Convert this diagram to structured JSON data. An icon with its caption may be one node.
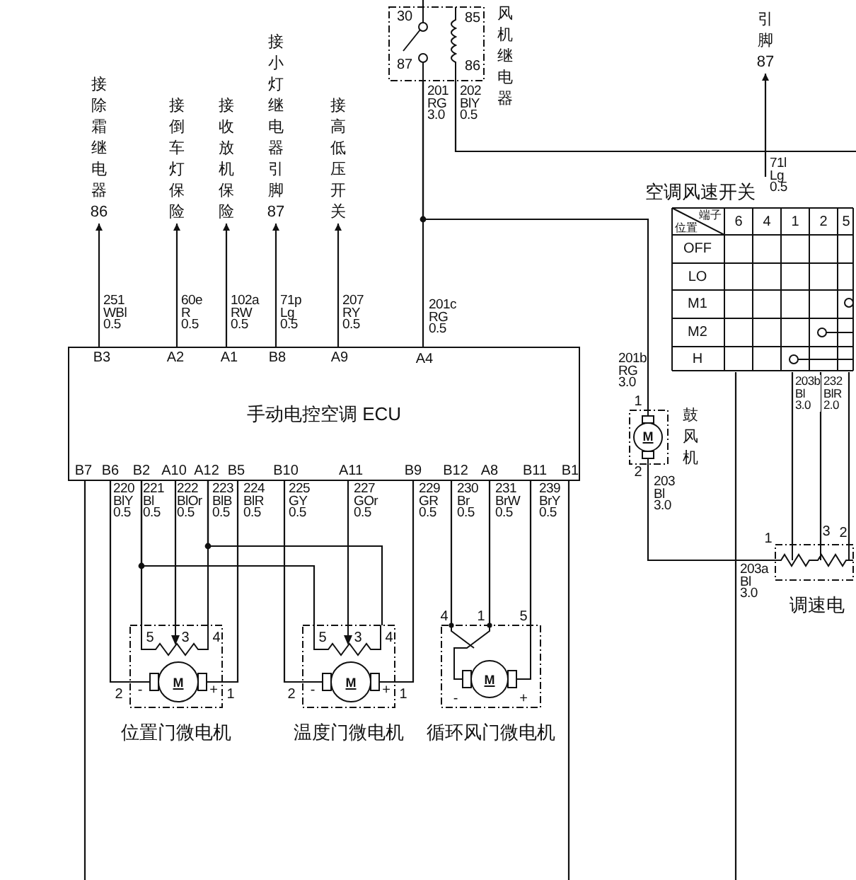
{
  "diagram": {
    "nodes": [
      {
        "text": [
          "手动电控空调 ECU"
        ]
      },
      {
        "text": [
          "接除霜继电器86"
        ]
      },
      {
        "text": [
          "接倒车灯保险"
        ]
      },
      {
        "text": [
          "接收放机保险"
        ]
      },
      {
        "text": [
          "接小灯继电器引脚87"
        ]
      },
      {
        "text": [
          "接高低压开关"
        ]
      },
      {
        "text": [
          "风机继电器"
        ]
      },
      {
        "text": [
          "引脚87"
        ]
      },
      {
        "text": [
          "空调风速开关"
        ]
      },
      {
        "text": [
          "鼓风机"
        ]
      },
      {
        "text": [
          "调速电"
        ]
      },
      {
        "text": [
          "位置门微电机"
        ]
      },
      {
        "text": [
          "温度门微电机"
        ]
      },
      {
        "text": [
          "循环风门微电机"
        ]
      }
    ],
    "edges": [
      {
        "from": 0,
        "to": 1,
        "arrow": "to",
        "label": "251 WBl 0.5"
      },
      {
        "from": 0,
        "to": 2,
        "arrow": "to",
        "label": "60e R 0.5"
      },
      {
        "from": 0,
        "to": 3,
        "arrow": "to",
        "label": "102a RW 0.5"
      },
      {
        "from": 0,
        "to": 4,
        "arrow": "to",
        "label": "71p Lg 0.5"
      },
      {
        "from": 0,
        "to": 5,
        "arrow": "to",
        "label": "207 RY 0.5"
      },
      {
        "from": 6,
        "to": 0,
        "arrow": "none",
        "label": "201c RG 0.5"
      },
      {
        "from": 6,
        "to": 9,
        "arrow": "none",
        "label": "201b RG 3.0"
      },
      {
        "from": 6,
        "to": null,
        "arrow": "none",
        "label": "202 BlY 0.5"
      },
      {
        "from": 6,
        "to": null,
        "arrow": "none"
      },
      {
        "from": 8,
        "to": 7,
        "arrow": "to",
        "label": "71l Lg 0.5"
      },
      {
        "from": 8,
        "to": 10,
        "arrow": "none",
        "label": "203b Bl 3.0"
      },
      {
        "from": 8,
        "to": 10,
        "arrow": "none",
        "label": "232 BlR 2.0"
      },
      {
        "from": 8,
        "to": 10,
        "arrow": "none"
      },
      {
        "from": 8,
        "to": null,
        "arrow": "none",
        "label": "203a Bl 3.0"
      },
      {
        "from": 9,
        "to": 10,
        "arrow": "none",
        "label": "203 Bl 3.0"
      },
      {
        "from": 0,
        "to": 11,
        "arrow": "none",
        "label": "220 BlY 0.5"
      },
      {
        "from": 0,
        "to": 11,
        "arrow": "none",
        "label": "221 Bl 0.5"
      },
      {
        "from": 0,
        "to": 12,
        "arrow": "none"
      },
      {
        "from": 0,
        "to": 11,
        "arrow": "none",
        "label": "222 BlOr 0.5"
      },
      {
        "from": 0,
        "to": 11,
        "arrow": "none",
        "label": "223 BlB 0.5"
      },
      {
        "from": 0,
        "to": 12,
        "arrow": "none"
      },
      {
        "from": 0,
        "to": 11,
        "arrow": "none",
        "label": "224 BlR 0.5"
      },
      {
        "from": 0,
        "to": 12,
        "arrow": "none",
        "label": "225 GY 0.5"
      },
      {
        "from": 0,
        "to": 12,
        "arrow": "none",
        "label": "227 GOr 0.5"
      },
      {
        "from": 0,
        "to": 12,
        "arrow": "none",
        "label": "229 GR 0.5"
      },
      {
        "from": 0,
        "to": 13,
        "arrow": "other",
        "label": "230 Br 0.5"
      },
      {
        "from": 0,
        "to": 13,
        "arrow": "other",
        "label": "231 BrW 0.5"
      },
      {
        "from": 0,
        "to": 13,
        "arrow": "none",
        "label": "239 BrY 0.5"
      },
      {
        "from": 0,
        "to": null,
        "arrow": "none"
      },
      {
        "from": 0,
        "to": null,
        "arrow": "none"
      }
    ],
    "labels": [
      "201 RG 3.0",
      "30",
      "87",
      "85",
      "86",
      "B3",
      "A2",
      "A1",
      "B8",
      "A9",
      "A4",
      "B7",
      "B6",
      "B2",
      "A10",
      "A12",
      "B5",
      "B10",
      "A11",
      "B9",
      "B12",
      "A8",
      "B11",
      "B1",
      "端子",
      "位置",
      "6",
      "4",
      "1",
      "2",
      "5",
      "OFF",
      "LO",
      "M1",
      "M2",
      "H",
      "1",
      "M",
      "2",
      "1",
      "3",
      "2",
      "5",
      "3",
      "4",
      "2",
      "-",
      "M",
      "+",
      "1",
      "5",
      "3",
      "4",
      "2",
      "-",
      "M",
      "+",
      "1",
      "4",
      "1",
      "5",
      "-",
      "M",
      "+"
    ]
  }
}
